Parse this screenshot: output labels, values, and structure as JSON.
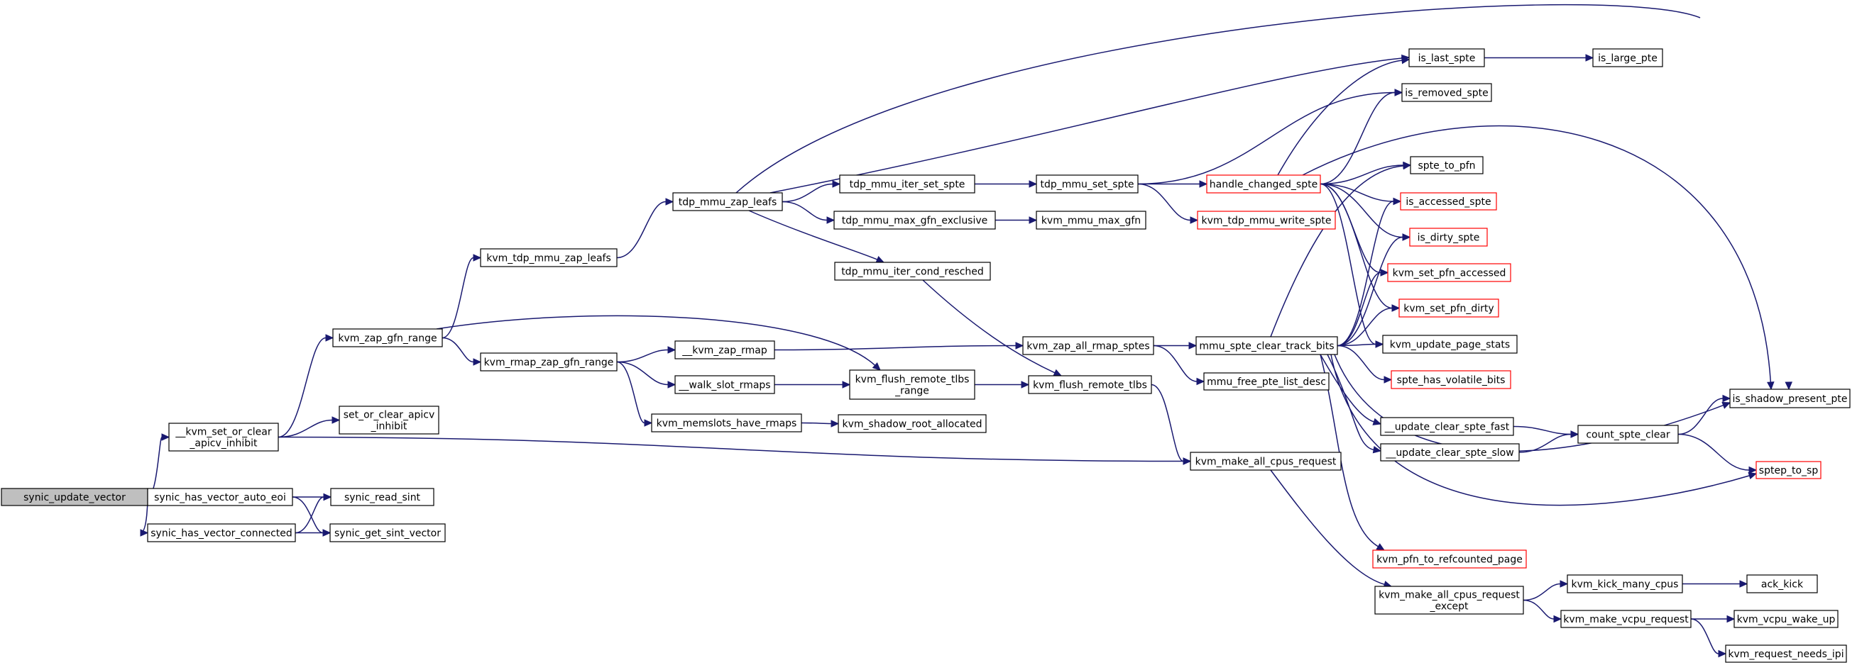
{
  "colors": {
    "edge": "#191970",
    "node_border": "#000000",
    "truncated_border": "#ff0000",
    "root_fill": "#bfbfbf",
    "node_fill": "#ffffff"
  },
  "nodes": [
    {
      "id": "synic_update_vector",
      "lines": [
        "synic_update_vector"
      ],
      "root": true
    },
    {
      "id": "__kvm_set_or_clear_apicv_inhibit",
      "lines": [
        "__kvm_set_or_clear",
        "_apicv_inhibit"
      ]
    },
    {
      "id": "synic_has_vector_auto_eoi",
      "lines": [
        "synic_has_vector_auto_eoi"
      ]
    },
    {
      "id": "synic_has_vector_connected",
      "lines": [
        "synic_has_vector_connected"
      ]
    },
    {
      "id": "kvm_zap_gfn_range",
      "lines": [
        "kvm_zap_gfn_range"
      ]
    },
    {
      "id": "set_or_clear_apicv_inhibit",
      "lines": [
        "set_or_clear_apicv",
        "_inhibit"
      ]
    },
    {
      "id": "synic_read_sint",
      "lines": [
        "synic_read_sint"
      ]
    },
    {
      "id": "synic_get_sint_vector",
      "lines": [
        "synic_get_sint_vector"
      ]
    },
    {
      "id": "kvm_tdp_mmu_zap_leafs",
      "lines": [
        "kvm_tdp_mmu_zap_leafs"
      ]
    },
    {
      "id": "kvm_rmap_zap_gfn_range",
      "lines": [
        "kvm_rmap_zap_gfn_range"
      ]
    },
    {
      "id": "tdp_mmu_zap_leafs",
      "lines": [
        "tdp_mmu_zap_leafs"
      ]
    },
    {
      "id": "__kvm_zap_rmap",
      "lines": [
        "__kvm_zap_rmap"
      ]
    },
    {
      "id": "__walk_slot_rmaps",
      "lines": [
        "__walk_slot_rmaps"
      ]
    },
    {
      "id": "kvm_memslots_have_rmaps",
      "lines": [
        "kvm_memslots_have_rmaps"
      ]
    },
    {
      "id": "tdp_mmu_iter_set_spte",
      "lines": [
        "tdp_mmu_iter_set_spte"
      ]
    },
    {
      "id": "tdp_mmu_max_gfn_exclusive",
      "lines": [
        "tdp_mmu_max_gfn_exclusive"
      ]
    },
    {
      "id": "tdp_mmu_iter_cond_resched",
      "lines": [
        "tdp_mmu_iter_cond_resched"
      ]
    },
    {
      "id": "kvm_flush_remote_tlbs_range",
      "lines": [
        "kvm_flush_remote_tlbs",
        "_range"
      ]
    },
    {
      "id": "kvm_shadow_root_allocated",
      "lines": [
        "kvm_shadow_root_allocated"
      ]
    },
    {
      "id": "tdp_mmu_set_spte",
      "lines": [
        "tdp_mmu_set_spte"
      ]
    },
    {
      "id": "kvm_mmu_max_gfn",
      "lines": [
        "kvm_mmu_max_gfn"
      ]
    },
    {
      "id": "kvm_zap_all_rmap_sptes",
      "lines": [
        "kvm_zap_all_rmap_sptes"
      ]
    },
    {
      "id": "kvm_flush_remote_tlbs",
      "lines": [
        "kvm_flush_remote_tlbs"
      ]
    },
    {
      "id": "kvm_make_all_cpus_request",
      "lines": [
        "kvm_make_all_cpus_request"
      ]
    },
    {
      "id": "handle_changed_spte",
      "lines": [
        "handle_changed_spte"
      ],
      "truncated": true
    },
    {
      "id": "kvm_tdp_mmu_write_spte",
      "lines": [
        "kvm_tdp_mmu_write_spte"
      ],
      "truncated": true
    },
    {
      "id": "mmu_spte_clear_track_bits",
      "lines": [
        "mmu_spte_clear_track_bits"
      ]
    },
    {
      "id": "mmu_free_pte_list_desc",
      "lines": [
        "mmu_free_pte_list_desc"
      ]
    },
    {
      "id": "kvm_make_all_cpus_request_except",
      "lines": [
        "kvm_make_all_cpus_request",
        "_except"
      ]
    },
    {
      "id": "is_last_spte",
      "lines": [
        "is_last_spte"
      ]
    },
    {
      "id": "is_removed_spte",
      "lines": [
        "is_removed_spte"
      ]
    },
    {
      "id": "spte_to_pfn",
      "lines": [
        "spte_to_pfn"
      ]
    },
    {
      "id": "is_accessed_spte",
      "lines": [
        "is_accessed_spte"
      ],
      "truncated": true
    },
    {
      "id": "is_dirty_spte",
      "lines": [
        "is_dirty_spte"
      ],
      "truncated": true
    },
    {
      "id": "kvm_set_pfn_accessed",
      "lines": [
        "kvm_set_pfn_accessed"
      ],
      "truncated": true
    },
    {
      "id": "kvm_set_pfn_dirty",
      "lines": [
        "kvm_set_pfn_dirty"
      ],
      "truncated": true
    },
    {
      "id": "kvm_update_page_stats",
      "lines": [
        "kvm_update_page_stats"
      ]
    },
    {
      "id": "spte_has_volatile_bits",
      "lines": [
        "spte_has_volatile_bits"
      ],
      "truncated": true
    },
    {
      "id": "__update_clear_spte_fast",
      "lines": [
        "__update_clear_spte_fast"
      ]
    },
    {
      "id": "__update_clear_spte_slow",
      "lines": [
        "__update_clear_spte_slow"
      ]
    },
    {
      "id": "kvm_pfn_to_refcounted_page",
      "lines": [
        "kvm_pfn_to_refcounted_page"
      ],
      "truncated": true
    },
    {
      "id": "kvm_kick_many_cpus",
      "lines": [
        "kvm_kick_many_cpus"
      ]
    },
    {
      "id": "kvm_make_vcpu_request",
      "lines": [
        "kvm_make_vcpu_request"
      ]
    },
    {
      "id": "is_large_pte",
      "lines": [
        "is_large_pte"
      ]
    },
    {
      "id": "count_spte_clear",
      "lines": [
        "count_spte_clear"
      ]
    },
    {
      "id": "ack_kick",
      "lines": [
        "ack_kick"
      ]
    },
    {
      "id": "kvm_vcpu_wake_up",
      "lines": [
        "kvm_vcpu_wake_up"
      ]
    },
    {
      "id": "kvm_request_needs_ipi",
      "lines": [
        "kvm_request_needs_ipi"
      ]
    },
    {
      "id": "is_shadow_present_pte",
      "lines": [
        "is_shadow_present_pte"
      ]
    },
    {
      "id": "sptep_to_sp",
      "lines": [
        "sptep_to_sp"
      ],
      "truncated": true
    }
  ],
  "edges": [
    [
      "synic_update_vector",
      "__kvm_set_or_clear_apicv_inhibit"
    ],
    [
      "synic_update_vector",
      "synic_has_vector_auto_eoi"
    ],
    [
      "synic_update_vector",
      "synic_has_vector_connected"
    ],
    [
      "__kvm_set_or_clear_apicv_inhibit",
      "kvm_zap_gfn_range"
    ],
    [
      "__kvm_set_or_clear_apicv_inhibit",
      "set_or_clear_apicv_inhibit"
    ],
    [
      "__kvm_set_or_clear_apicv_inhibit",
      "kvm_make_all_cpus_request"
    ],
    [
      "synic_has_vector_auto_eoi",
      "synic_read_sint"
    ],
    [
      "synic_has_vector_auto_eoi",
      "synic_get_sint_vector"
    ],
    [
      "synic_has_vector_connected",
      "synic_read_sint"
    ],
    [
      "synic_has_vector_connected",
      "synic_get_sint_vector"
    ],
    [
      "kvm_zap_gfn_range",
      "kvm_tdp_mmu_zap_leafs"
    ],
    [
      "kvm_zap_gfn_range",
      "kvm_rmap_zap_gfn_range"
    ],
    [
      "kvm_zap_gfn_range",
      "kvm_flush_remote_tlbs_range"
    ],
    [
      "kvm_tdp_mmu_zap_leafs",
      "tdp_mmu_zap_leafs"
    ],
    [
      "kvm_rmap_zap_gfn_range",
      "__kvm_zap_rmap"
    ],
    [
      "kvm_rmap_zap_gfn_range",
      "__walk_slot_rmaps"
    ],
    [
      "kvm_rmap_zap_gfn_range",
      "kvm_memslots_have_rmaps"
    ],
    [
      "tdp_mmu_zap_leafs",
      "tdp_mmu_iter_set_spte"
    ],
    [
      "tdp_mmu_zap_leafs",
      "tdp_mmu_max_gfn_exclusive"
    ],
    [
      "tdp_mmu_zap_leafs",
      "tdp_mmu_iter_cond_resched"
    ],
    [
      "tdp_mmu_zap_leafs",
      "is_last_spte"
    ],
    [
      "tdp_mmu_zap_leafs",
      "is_shadow_present_pte"
    ],
    [
      "__kvm_zap_rmap",
      "kvm_zap_all_rmap_sptes"
    ],
    [
      "__walk_slot_rmaps",
      "kvm_flush_remote_tlbs_range"
    ],
    [
      "kvm_memslots_have_rmaps",
      "kvm_shadow_root_allocated"
    ],
    [
      "tdp_mmu_iter_set_spte",
      "tdp_mmu_set_spte"
    ],
    [
      "tdp_mmu_max_gfn_exclusive",
      "kvm_mmu_max_gfn"
    ],
    [
      "tdp_mmu_iter_cond_resched",
      "kvm_flush_remote_tlbs"
    ],
    [
      "kvm_flush_remote_tlbs_range",
      "kvm_flush_remote_tlbs"
    ],
    [
      "tdp_mmu_set_spte",
      "handle_changed_spte"
    ],
    [
      "tdp_mmu_set_spte",
      "kvm_tdp_mmu_write_spte"
    ],
    [
      "tdp_mmu_set_spte",
      "is_removed_spte"
    ],
    [
      "kvm_zap_all_rmap_sptes",
      "mmu_spte_clear_track_bits"
    ],
    [
      "kvm_zap_all_rmap_sptes",
      "mmu_free_pte_list_desc"
    ],
    [
      "kvm_flush_remote_tlbs",
      "kvm_make_all_cpus_request"
    ],
    [
      "kvm_make_all_cpus_request",
      "kvm_make_all_cpus_request_except"
    ],
    [
      "handle_changed_spte",
      "is_last_spte"
    ],
    [
      "handle_changed_spte",
      "is_removed_spte"
    ],
    [
      "handle_changed_spte",
      "spte_to_pfn"
    ],
    [
      "handle_changed_spte",
      "is_accessed_spte"
    ],
    [
      "handle_changed_spte",
      "is_dirty_spte"
    ],
    [
      "handle_changed_spte",
      "kvm_set_pfn_accessed"
    ],
    [
      "handle_changed_spte",
      "kvm_set_pfn_dirty"
    ],
    [
      "handle_changed_spte",
      "kvm_update_page_stats"
    ],
    [
      "handle_changed_spte",
      "is_shadow_present_pte"
    ],
    [
      "mmu_spte_clear_track_bits",
      "spte_to_pfn"
    ],
    [
      "mmu_spte_clear_track_bits",
      "is_accessed_spte"
    ],
    [
      "mmu_spte_clear_track_bits",
      "is_dirty_spte"
    ],
    [
      "mmu_spte_clear_track_bits",
      "kvm_set_pfn_accessed"
    ],
    [
      "mmu_spte_clear_track_bits",
      "kvm_set_pfn_dirty"
    ],
    [
      "mmu_spte_clear_track_bits",
      "kvm_update_page_stats"
    ],
    [
      "mmu_spte_clear_track_bits",
      "spte_has_volatile_bits"
    ],
    [
      "mmu_spte_clear_track_bits",
      "__update_clear_spte_fast"
    ],
    [
      "mmu_spte_clear_track_bits",
      "__update_clear_spte_slow"
    ],
    [
      "mmu_spte_clear_track_bits",
      "kvm_pfn_to_refcounted_page"
    ],
    [
      "mmu_spte_clear_track_bits",
      "is_shadow_present_pte"
    ],
    [
      "mmu_spte_clear_track_bits",
      "sptep_to_sp"
    ],
    [
      "kvm_make_all_cpus_request_except",
      "kvm_kick_many_cpus"
    ],
    [
      "kvm_make_all_cpus_request_except",
      "kvm_make_vcpu_request"
    ],
    [
      "is_last_spte",
      "is_large_pte"
    ],
    [
      "__update_clear_spte_fast",
      "count_spte_clear"
    ],
    [
      "__update_clear_spte_slow",
      "count_spte_clear"
    ],
    [
      "count_spte_clear",
      "is_shadow_present_pte"
    ],
    [
      "count_spte_clear",
      "sptep_to_sp"
    ],
    [
      "kvm_kick_many_cpus",
      "ack_kick"
    ],
    [
      "kvm_make_vcpu_request",
      "kvm_vcpu_wake_up"
    ],
    [
      "kvm_make_vcpu_request",
      "kvm_request_needs_ipi"
    ]
  ]
}
